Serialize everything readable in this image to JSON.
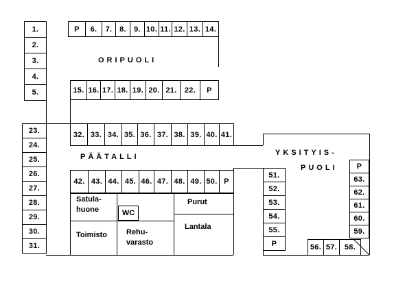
{
  "areas": {
    "oripuoli": "ORIPUOLI",
    "paatalli": "PÄÄTALLI",
    "yksityis": "YKSITYIS-",
    "puoli": "PUOLI"
  },
  "rooms": {
    "satula_line1": "Satula-",
    "satula_line2": "huone",
    "wc": "WC",
    "purut": "Purut",
    "lantala": "Lantala",
    "toimisto": "Toimisto",
    "rehu_line1": "Rehu-",
    "rehu_line2": "varasto"
  },
  "stalls": {
    "left_column": [
      "1.",
      "2.",
      "3.",
      "4.",
      "5."
    ],
    "oripuoli_top": [
      "P",
      "6.",
      "7.",
      "8.",
      "9.",
      "10.",
      "11.",
      "12.",
      "13.",
      "14."
    ],
    "oripuoli_bottom": [
      "15.",
      "16.",
      "17.",
      "18.",
      "19.",
      "20.",
      "21.",
      "22.",
      "P"
    ],
    "paatalli_left_column": [
      "23.",
      "24.",
      "25.",
      "26.",
      "27.",
      "28.",
      "29.",
      "30.",
      "31."
    ],
    "paatalli_top": [
      "32.",
      "33.",
      "34.",
      "35.",
      "36.",
      "37.",
      "38.",
      "39.",
      "40.",
      "41."
    ],
    "paatalli_middle": [
      "42.",
      "43.",
      "44.",
      "45.",
      "46.",
      "47.",
      "48.",
      "49.",
      "50.",
      "P"
    ],
    "yksityis_left": [
      "51.",
      "52.",
      "53.",
      "54.",
      "55.",
      "P"
    ],
    "yksityis_right": [
      "P",
      "63.",
      "62.",
      "61.",
      "60.",
      "59."
    ],
    "yksityis_bottom": [
      "56.",
      "57.",
      "58."
    ]
  }
}
